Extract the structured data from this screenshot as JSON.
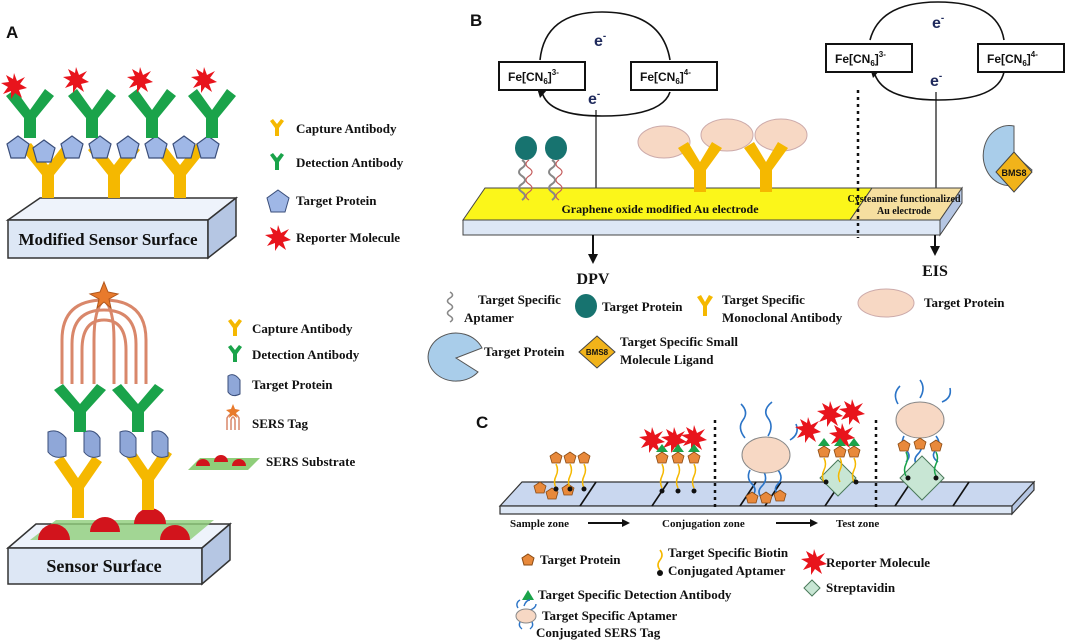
{
  "panels": {
    "a": "A",
    "b": "B",
    "c": "C"
  },
  "panel_a": {
    "surface_top": "Modified Sensor Surface",
    "surface_bottom": "Sensor Surface",
    "legend_top": [
      "Capture Antibody",
      "Detection Antibody",
      "Target Protein",
      "Reporter Molecule"
    ],
    "legend_bottom": [
      "Capture Antibody",
      "Detection Antibody",
      "Target Protein",
      "SERS Tag",
      "SERS Substrate"
    ]
  },
  "panel_b": {
    "electron": "e",
    "electron_sup": "-",
    "redox_ox": "Fe[CN",
    "redox_sub": "6",
    "redox_close": "]",
    "ox_charge": "3-",
    "red_charge": "4-",
    "electrode_left": "Graphene oxide modified Au electrode",
    "electrode_right_1": "Cysteamine functionalized",
    "electrode_right_2": "Au electrode",
    "method_left": "DPV",
    "method_right": "EIS",
    "ligand_label": "BMS8",
    "legend": {
      "aptamer": [
        "Target Specific",
        "Aptamer"
      ],
      "protein_teal": "Target Protein",
      "mab": [
        "Target Specific",
        "Monoclonal Antibody"
      ],
      "protein_peach": "Target Protein",
      "protein_pacman": "Target Protein",
      "small_molecule": [
        "Target Specific Small",
        "Molecule Ligand"
      ]
    }
  },
  "panel_c": {
    "zones": [
      "Sample zone",
      "Conjugation zone",
      "Test zone"
    ],
    "legend": {
      "target_protein": "Target Protein",
      "biotin_aptamer": [
        "Target Specific Biotin",
        "Conjugated Aptamer"
      ],
      "reporter": "Reporter Molecule",
      "detection_ab": "Target Specific Detection Antibody",
      "streptavidin": "Streptavidin",
      "sers_tag": [
        "Target Specific Aptamer",
        "Conjugated SERS Tag"
      ]
    }
  },
  "colors": {
    "capture": "#f5b800",
    "detection": "#1aa34a",
    "protein_blue": "#9fb7e6",
    "reporter": "#e8141c",
    "surface": "#dde7f5",
    "electrode_yellow": "#fbf61a",
    "electrode_tan": "#f6dfa0",
    "teal": "#17736f",
    "peach": "#f7d8c4",
    "diamond": "#f1b31a",
    "orange": "#e8893b",
    "sers_tag": "#d9876a"
  }
}
